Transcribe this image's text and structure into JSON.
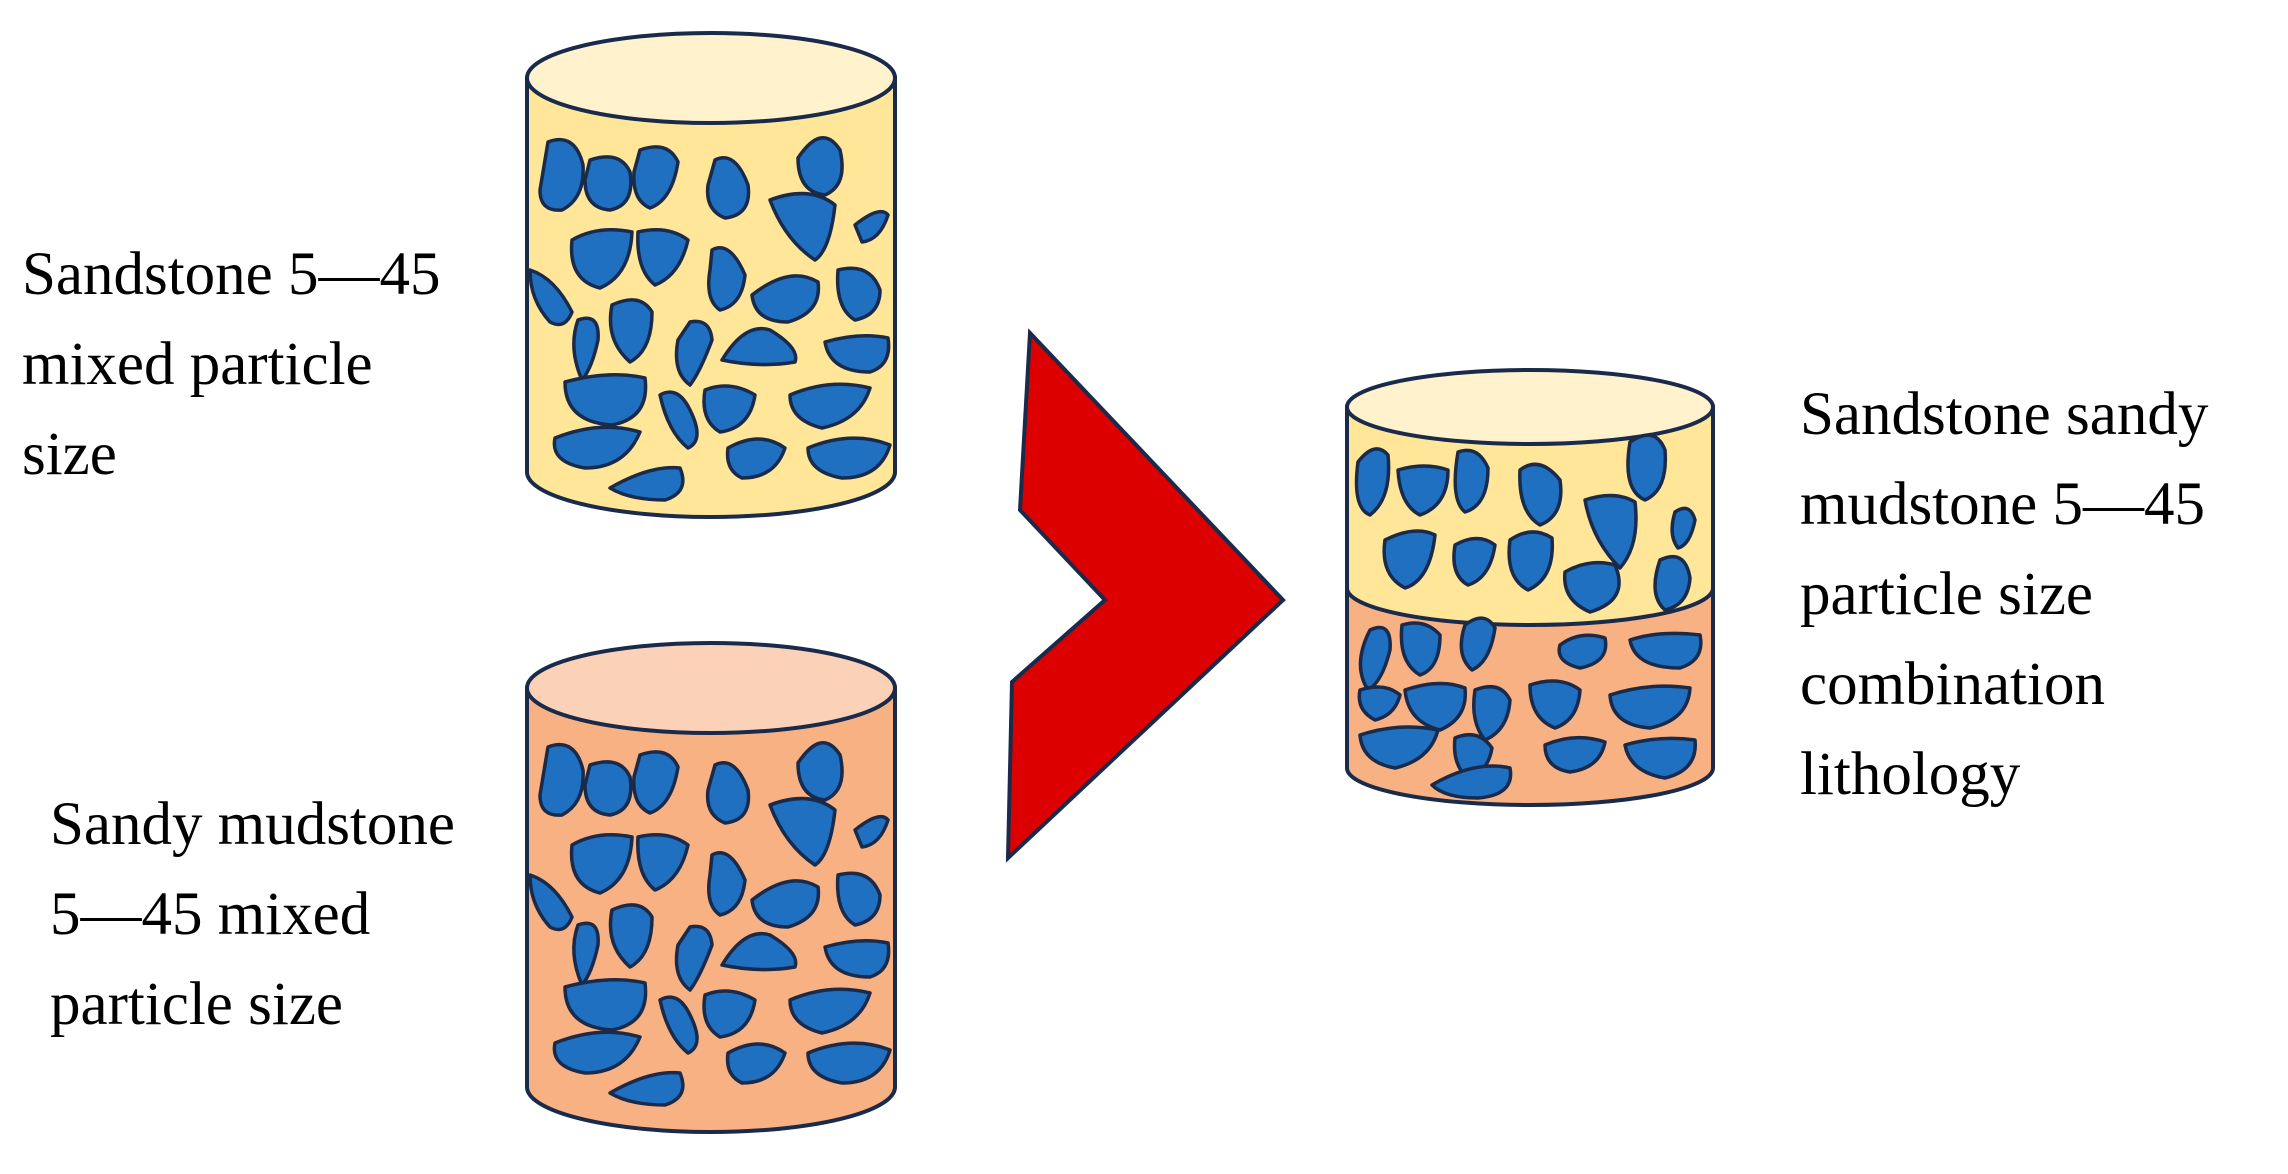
{
  "colors": {
    "sandstone_body": "#FFE699",
    "sandstone_top": "#FFF2CC",
    "mudstone_body": "#F8B183",
    "mudstone_top": "#FBD2B8",
    "particle_fill": "#1F70C1",
    "outline": "#1A2A4A",
    "arrow": "#DD0000"
  },
  "icons": {
    "arrow": "red-chevron-arrow",
    "cylinder": "core-sample-cylinder",
    "particle": "gravel-particle"
  },
  "labels": {
    "sandstone": [
      "Sandstone 5—45",
      "mixed particle",
      "size"
    ],
    "sandy_mudstone": [
      "Sandy mudstone",
      "5—45 mixed",
      "particle size"
    ],
    "combination": [
      "Sandstone sandy",
      "mudstone 5—45",
      "particle size",
      "combination",
      "lithology"
    ]
  }
}
